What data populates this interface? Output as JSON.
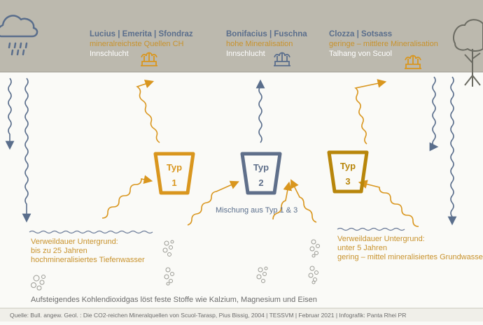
{
  "springs": [
    {
      "name": "Lucius | Emerita | Sfondraz",
      "desc": "mineralreichste Quellen CH",
      "loc": "Innschlucht"
    },
    {
      "name": "Bonifacius | Fuschna",
      "desc": "hohe Mineralisation",
      "loc": "Innschlucht"
    },
    {
      "name": "Clozza | Sotsass",
      "desc": "geringe – mittlere Mineralisation",
      "loc": "Talhang von Scuol"
    }
  ],
  "types": [
    {
      "label": "Typ",
      "num": "1",
      "color": "#d9961e"
    },
    {
      "label": "Typ",
      "num": "2",
      "color": "#5f6f8a"
    },
    {
      "label": "Typ",
      "num": "3",
      "color": "#b8860b"
    }
  ],
  "mix_label": "Mischung aus Typ 1 & 3",
  "dwell_left": [
    "Verweildauer Untergrund:",
    "bis zu 25 Jahren",
    "hochmineralisiertes Tiefenwasser"
  ],
  "dwell_right": [
    "Verweildauer Untergrund:",
    "unter 5 Jahren",
    "gering – mittel mineralisiertes Grundwasser"
  ],
  "gas_text": "Aufsteigendes Kohlendioxidgas löst feste Stoffe wie Kalzium, Magnesium und Eisen",
  "footer": "Quelle: Bull. angew. Geol. : Die CO2-reichen Mineralquellen von Scuol-Tarasp, Pius Bissig, 2004 | TESSVM | Februar 2021 | Infografik: Panta Rhei PR",
  "colors": {
    "band": "#bcb9ae",
    "blue": "#5a6e8c",
    "orange": "#d9961e",
    "gold": "#b8860b",
    "wave": "#6a7a98"
  },
  "icons": [
    "cloud-rain-icon",
    "fountain-icon",
    "tree-icon",
    "bubbles-icon"
  ]
}
